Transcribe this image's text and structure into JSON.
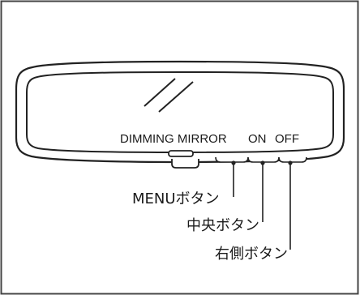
{
  "mirror": {
    "label": "DIMMING MIRROR",
    "on_label": "ON",
    "off_label": "OFF"
  },
  "callouts": {
    "menu": "MENUボタン",
    "center": "中央ボタン",
    "right": "右側ボタン"
  }
}
